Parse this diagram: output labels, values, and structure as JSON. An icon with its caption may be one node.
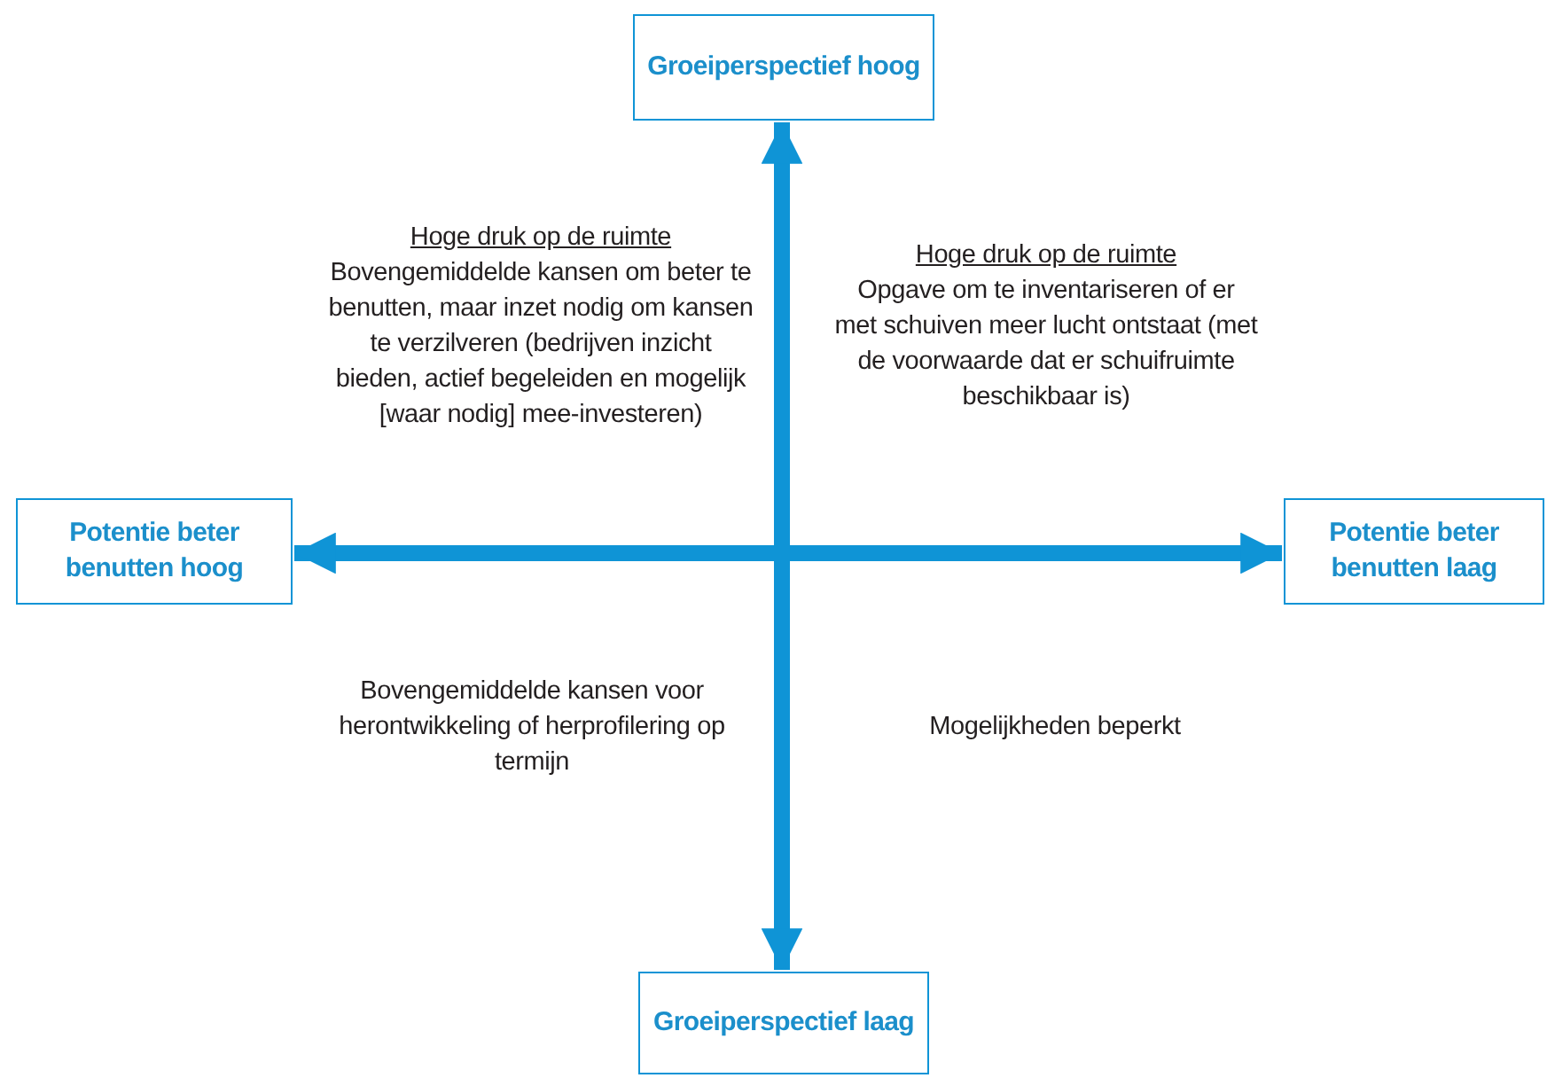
{
  "diagram": {
    "nodes": [
      {
        "text": [
          "Groeiperspectief hoog"
        ]
      },
      {
        "text": [
          "Potentie beter benutten hoog"
        ]
      },
      {
        "text": [
          "Potentie beter benutten laag"
        ]
      },
      {
        "text": [
          "Groeiperspectief laag"
        ]
      }
    ],
    "edges": [
      {
        "from": 0,
        "to": 3,
        "arrow": "both"
      },
      {
        "from": 1,
        "to": 2,
        "arrow": "both"
      }
    ],
    "labels": [
      "Hoge druk op de ruimte",
      "Bovengemiddelde kansen om beter te benutten, maar inzet nodig om kansen te verzilveren (bedrijven inzicht bieden, actief begeleiden en mogelijk [waar nodig] mee-investeren)",
      "Hoge druk op de ruimte",
      "Opgave om te inventariseren of er met schuiven meer lucht ontstaat (met de voorwaarde dat er schuifruimte beschikbaar is)",
      "Bovengemiddelde kansen voor herontwikkeling of herprofilering op termijn",
      "Mogelijkheden beperkt"
    ]
  }
}
